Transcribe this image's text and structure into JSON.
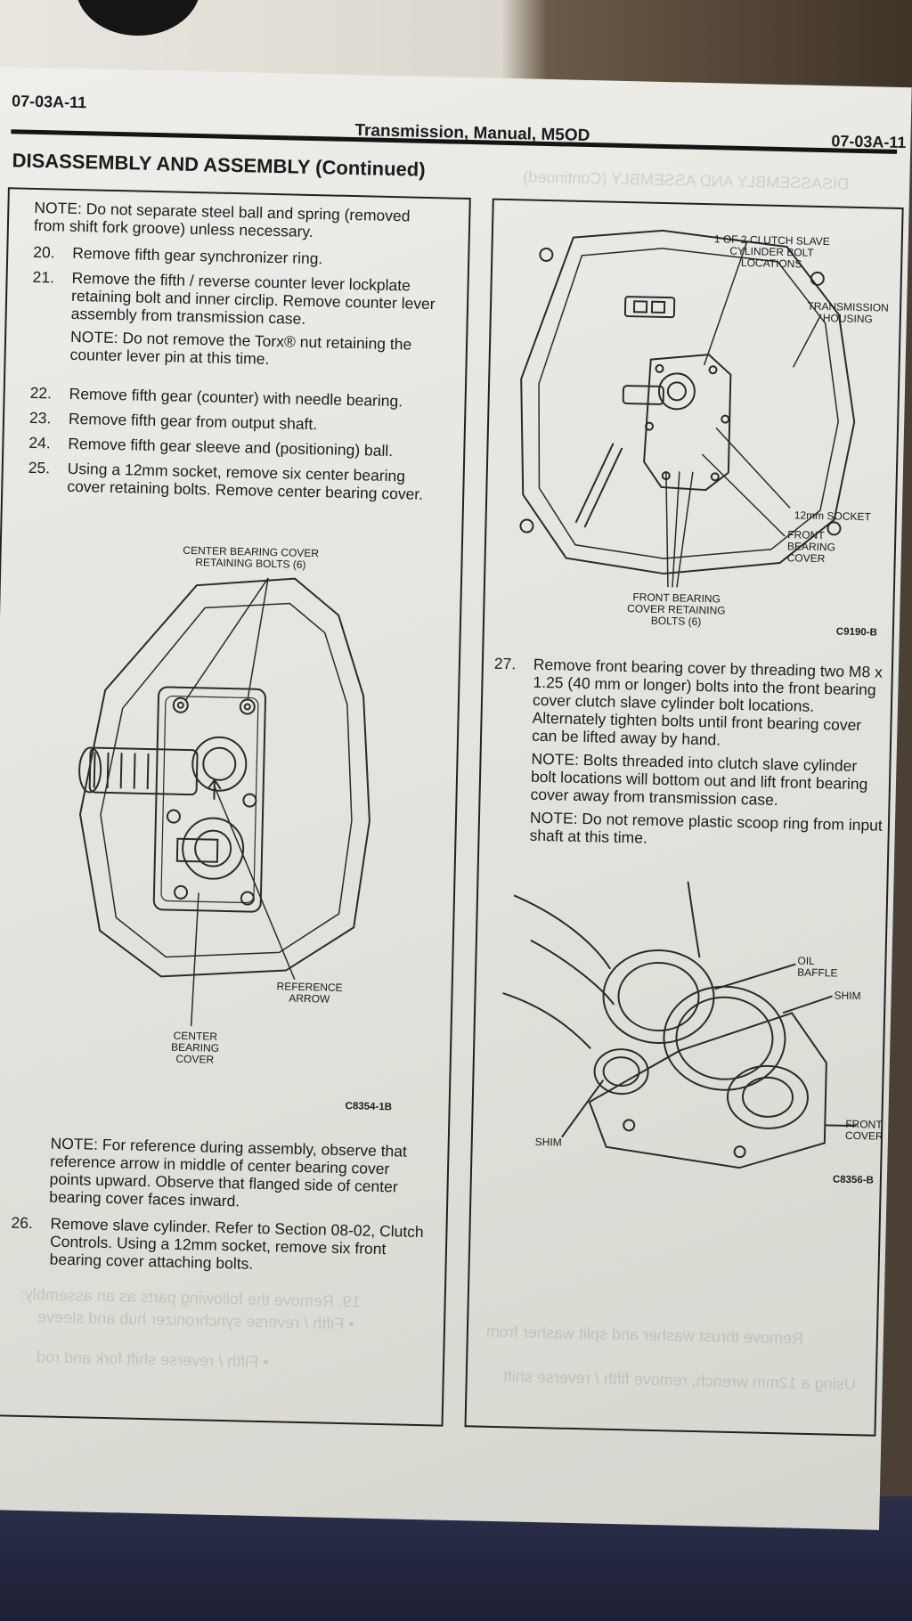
{
  "header": {
    "left": "07-03A-11",
    "center": "Transmission, Manual, M5OD",
    "right": "07-03A-11"
  },
  "section_title": "DISASSEMBLY AND ASSEMBLY (Continued)",
  "left_column": {
    "note_top": "NOTE: Do not separate steel ball and spring (removed from shift fork groove) unless necessary.",
    "steps": [
      {
        "num": "20.",
        "text": "Remove fifth gear synchronizer ring."
      },
      {
        "num": "21.",
        "text": "Remove the fifth / reverse counter lever lockplate retaining bolt and inner circlip. Remove counter lever assembly from transmission case.",
        "note": "NOTE: Do not remove the Torx® nut retaining the counter lever pin at this time."
      },
      {
        "num": "22.",
        "text": "Remove fifth gear (counter) with needle bearing."
      },
      {
        "num": "23.",
        "text": "Remove fifth gear from output shaft."
      },
      {
        "num": "24.",
        "text": "Remove fifth gear sleeve and (positioning) ball."
      },
      {
        "num": "25.",
        "text": "Using a 12mm socket, remove six center bearing cover retaining bolts. Remove center bearing cover."
      }
    ],
    "figure1": {
      "label_bolts": "CENTER BEARING COVER RETAINING BOLTS (6)",
      "label_arrow": "REFERENCE ARROW",
      "label_cover": "CENTER BEARING COVER",
      "code": "C8354-1B"
    },
    "note_bottom": "NOTE: For reference during assembly, observe that reference arrow in middle of center bearing cover points upward. Observe that flanged side of center bearing cover faces inward.",
    "step26": {
      "num": "26.",
      "text": "Remove slave cylinder. Refer to Section 08-02, Clutch Controls. Using a 12mm socket, remove six front bearing cover attaching bolts."
    }
  },
  "right_column": {
    "figure2": {
      "label_slave": "1 OF 2 CLUTCH SLAVE CYLINDER BOLT LOCATIONS",
      "label_housing": "TRANSMISSION HOUSING",
      "label_socket": "12mm SOCKET",
      "label_front_cover": "FRONT BEARING COVER",
      "label_bolts": "FRONT BEARING COVER RETAINING BOLTS (6)",
      "code": "C9190-B"
    },
    "step27": {
      "num": "27.",
      "text": "Remove front bearing cover by threading two M8 x 1.25 (40 mm or longer) bolts into the front bearing cover clutch slave cylinder bolt locations. Alternately tighten bolts until front bearing cover can be lifted away by hand.",
      "note1": "NOTE: Bolts threaded into clutch slave cylinder bolt locations will bottom out and lift front bearing cover away from transmission case.",
      "note2": "NOTE: Do not remove plastic scoop ring from input shaft at this time."
    },
    "figure3": {
      "label_oil": "OIL BAFFLE",
      "label_shim_right": "SHIM",
      "label_shim_left": "SHIM",
      "label_front_cover": "FRONT COVER",
      "code": "C8356-B"
    }
  }
}
